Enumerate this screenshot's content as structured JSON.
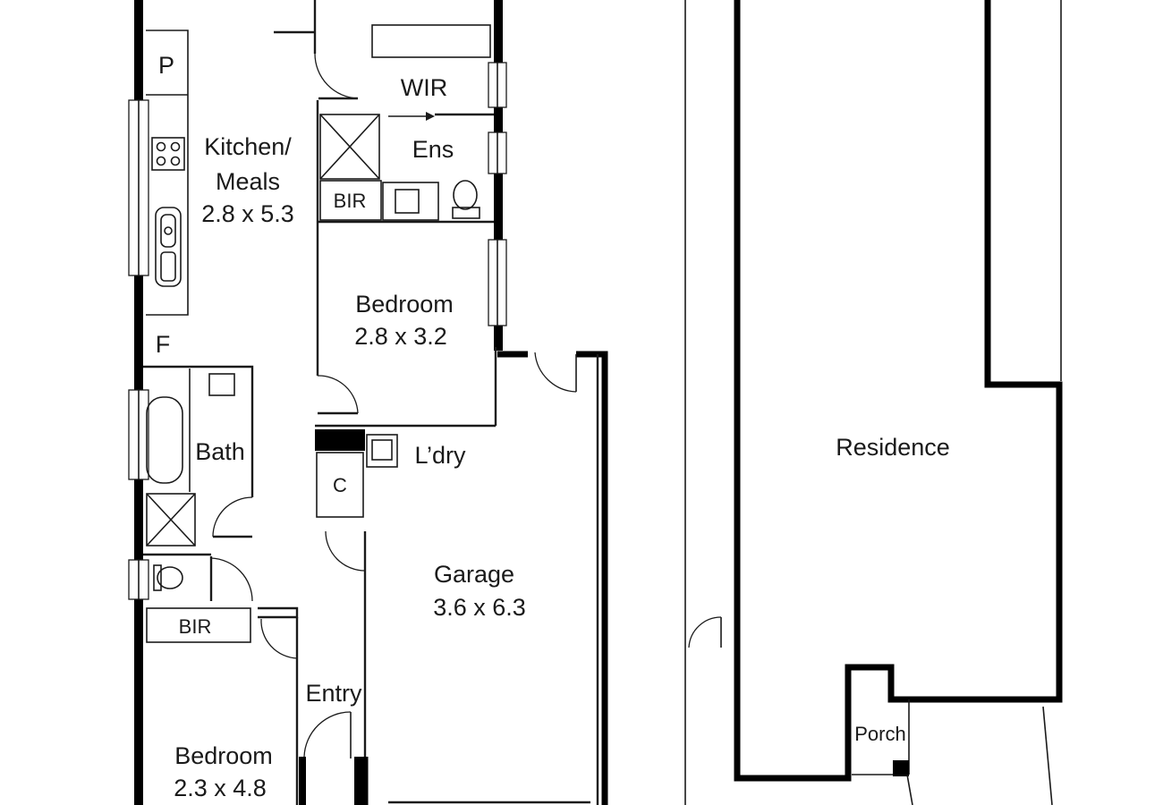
{
  "rooms": {
    "pantry": {
      "label": "P"
    },
    "fridge": {
      "label": "F"
    },
    "wir": {
      "label": "WIR"
    },
    "ensuite": {
      "label": "Ens"
    },
    "bir_ensuite": {
      "label": "BIR"
    },
    "kitchen": {
      "name_line1": "Kitchen/",
      "name_line2": "Meals",
      "size": "2.8 x 5.3"
    },
    "bedroom_main": {
      "name": "Bedroom",
      "size": "2.8 x 3.2"
    },
    "bath": {
      "label": "Bath"
    },
    "laundry": {
      "label": "L’dry"
    },
    "cupboard": {
      "label": "C"
    },
    "garage": {
      "name": "Garage",
      "size": "3.6 x 6.3"
    },
    "bir_bedroom2": {
      "label": "BIR"
    },
    "entry": {
      "label": "Entry"
    },
    "bedroom_2": {
      "name": "Bedroom",
      "size": "2.3 x 4.8"
    },
    "residence": {
      "label": "Residence"
    },
    "porch": {
      "label": "Porch"
    }
  },
  "colors": {
    "wall": "#000000",
    "line": "#1a1a1a",
    "background": "#ffffff"
  }
}
